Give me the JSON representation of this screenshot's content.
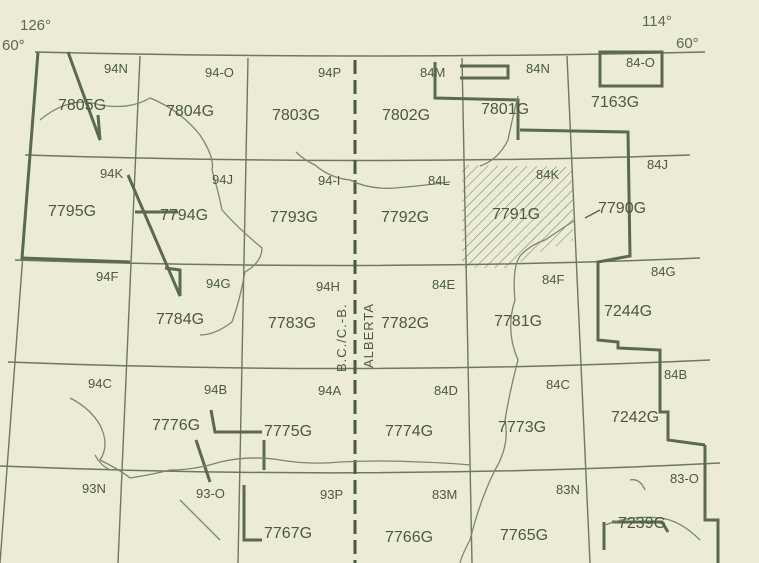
{
  "degrees": {
    "left_longitude": "126°",
    "left_latitude": "60°",
    "right_longitude": "114°",
    "right_latitude": "60°"
  },
  "grid_labels": {
    "r1": [
      "94N",
      "94-O",
      "94P",
      "84M",
      "84N",
      "84-O"
    ],
    "r2": [
      "94K",
      "94J",
      "94-I",
      "84L",
      "84K",
      "84J"
    ],
    "r3": [
      "94F",
      "94G",
      "94H",
      "84E",
      "84F",
      "84G"
    ],
    "r4": [
      "94C",
      "94B",
      "94A",
      "84D",
      "84C",
      "84B"
    ],
    "r5": [
      "93N",
      "93-O",
      "93P",
      "83M",
      "83N",
      "83-O"
    ]
  },
  "sheet_labels": {
    "r1": [
      "7805G",
      "7804G",
      "7803G",
      "7802G",
      "7801G",
      "7163G"
    ],
    "r2": [
      "7795G",
      "7794G",
      "7793G",
      "7792G",
      "7791G",
      "7790G"
    ],
    "r3": [
      "7784G",
      "7783G",
      "7782G",
      "7781G",
      "7244G"
    ],
    "r4": [
      "7776G",
      "7775G",
      "7774G",
      "7773G",
      "7242G"
    ],
    "r5": [
      "7767G",
      "7766G",
      "7765G",
      "7239G"
    ]
  },
  "border_labels": {
    "bc": "B.C./C.-B.",
    "alberta": "ALBERTA"
  },
  "colors": {
    "paper": "#ecebd8",
    "ink": "#5a6a4a",
    "hatch": "#6b7a5c"
  },
  "highlighted_sheet": "7791G"
}
